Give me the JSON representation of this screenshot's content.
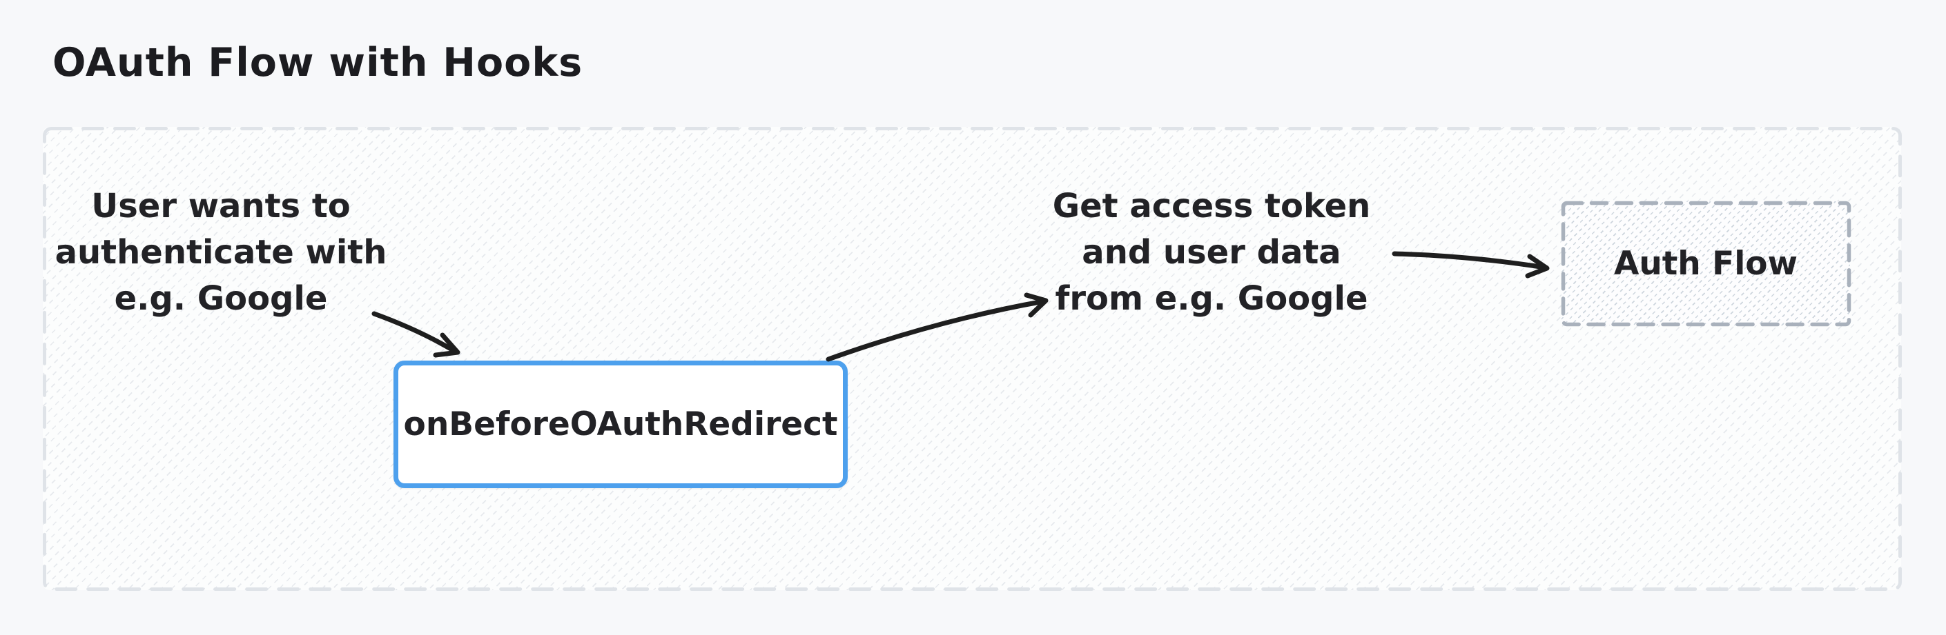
{
  "diagram": {
    "title": "OAuth Flow with Hooks",
    "notes": {
      "user_intent": "User wants to\nauthenticate with\ne.g. Google",
      "token_step": "Get access token\nand user data\nfrom e.g. Google"
    },
    "nodes": {
      "hook_label": "onBeforeOAuthRedirect",
      "auth_flow_label": "Auth Flow"
    },
    "colors": {
      "page_bg": "#f7f8fa",
      "ink": "#1e1e1e",
      "hook_border_blue": "#4da0ed",
      "container_border": "#dfe3e8",
      "auth_flow_border": "#a9b1bc"
    }
  }
}
